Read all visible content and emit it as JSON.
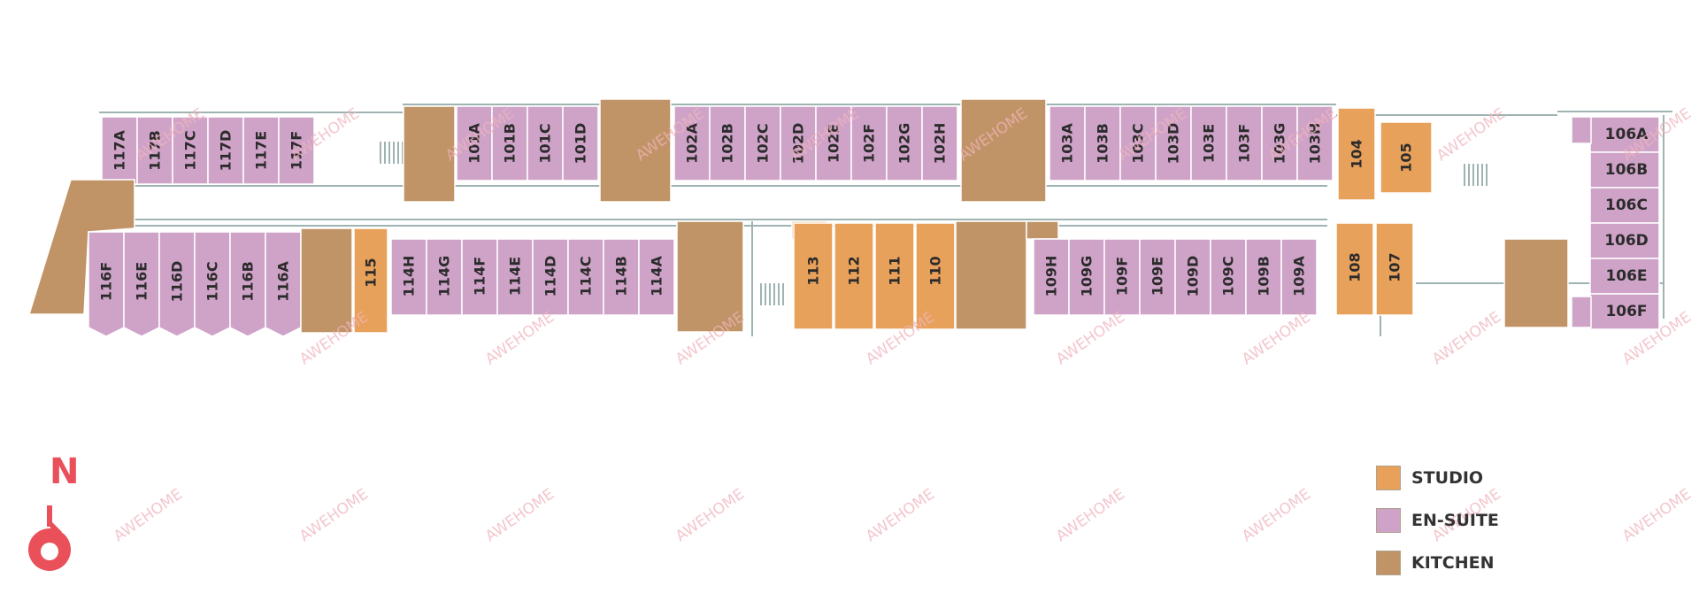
{
  "colors": {
    "studio": "#e8a15a",
    "ensuite": "#cfa3c8",
    "kitchen": "#c09466",
    "wall": "#9fb3b3",
    "text": "#2b2b2b",
    "north": "#e9505a"
  },
  "watermark": "AWEHOME",
  "north": {
    "label": "N"
  },
  "legend": [
    {
      "label": "STUDIO",
      "kind": "studio"
    },
    {
      "label": "EN-SUITE",
      "kind": "ensuite"
    },
    {
      "label": "KITCHEN",
      "kind": "kitchen"
    }
  ],
  "rooms": {
    "r117": [
      "117A",
      "117B",
      "117C",
      "117D",
      "117E",
      "117F"
    ],
    "r116": [
      "116F",
      "116E",
      "116D",
      "116C",
      "116B",
      "116A"
    ],
    "r115": "115",
    "r114": [
      "114H",
      "114G",
      "114F",
      "114E",
      "114D",
      "114C",
      "114B",
      "114A"
    ],
    "r101": [
      "101A",
      "101B",
      "101C",
      "101D"
    ],
    "r102": [
      "102A",
      "102B",
      "102C",
      "102D",
      "102E",
      "102F",
      "102G",
      "102H"
    ],
    "r113_110": [
      "113",
      "112",
      "111",
      "110"
    ],
    "r103": [
      "103A",
      "103B",
      "103C",
      "103D",
      "103E",
      "103F",
      "103G",
      "103H"
    ],
    "r109": [
      "109H",
      "109G",
      "109F",
      "109E",
      "109D",
      "109C",
      "109B",
      "109A"
    ],
    "r104": "104",
    "r105": "105",
    "r108": "108",
    "r107": "107",
    "r106": [
      "106A",
      "106B",
      "106C",
      "106D",
      "106E",
      "106F"
    ]
  }
}
